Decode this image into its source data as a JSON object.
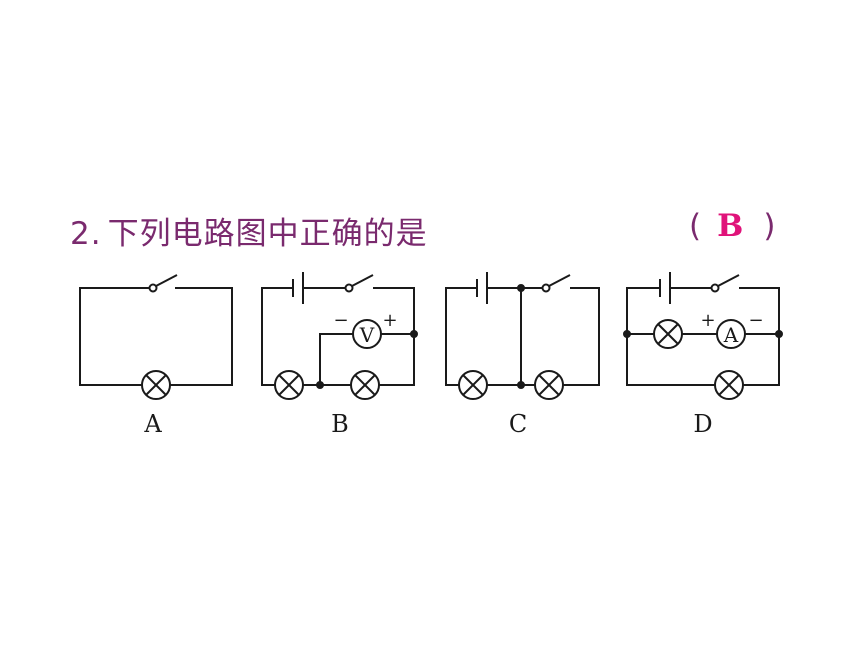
{
  "question": {
    "number": "2.",
    "text": "下列电路图中正确的是",
    "answer_open": "(",
    "answer": "B",
    "answer_close": ")"
  },
  "circuits": {
    "a": {
      "label": "A"
    },
    "b": {
      "label": "B",
      "meter": "V",
      "minus": "−",
      "plus": "+"
    },
    "c": {
      "label": "C"
    },
    "d": {
      "label": "D",
      "meter": "A",
      "minus": "−",
      "plus": "+"
    }
  },
  "colors": {
    "question_text": "#7a2a6e",
    "answer": "#e0137a",
    "wire": "#1a1a1a"
  }
}
